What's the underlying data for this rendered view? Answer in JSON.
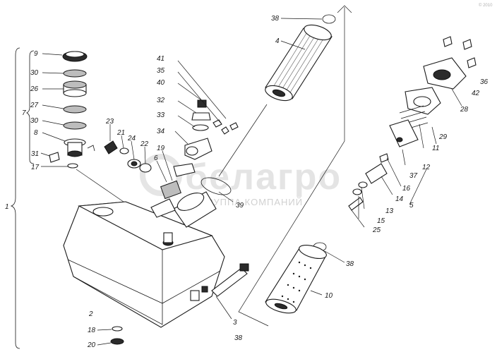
{
  "watermark": {
    "brand": "белагро",
    "tagline": "ГРУППА КОМПАНИЙ",
    "corner": "© 2010"
  },
  "labels": {
    "p1": "1",
    "p2": "2",
    "p3": "3",
    "p4": "4",
    "p5": "5",
    "p6": "6",
    "p7": "7",
    "p8": "8",
    "p9": "9",
    "p10": "10",
    "p11": "11",
    "p12": "12",
    "p13": "13",
    "p14": "14",
    "p15": "15",
    "p16": "16",
    "p17": "17",
    "p18": "18",
    "p19": "19",
    "p20": "20",
    "p21": "21",
    "p22": "22",
    "p23": "23",
    "p24": "24",
    "p25": "25",
    "p26": "26",
    "p27": "27",
    "p28": "28",
    "p29": "29",
    "p30a": "30",
    "p30b": "30",
    "p31": "31",
    "p32": "32",
    "p33": "33",
    "p34": "34",
    "p35": "35",
    "p36": "36",
    "p37": "37",
    "p38a": "38",
    "p38b": "38",
    "p38c": "38",
    "p39": "39",
    "p40": "40",
    "p41": "41",
    "p42": "42"
  }
}
